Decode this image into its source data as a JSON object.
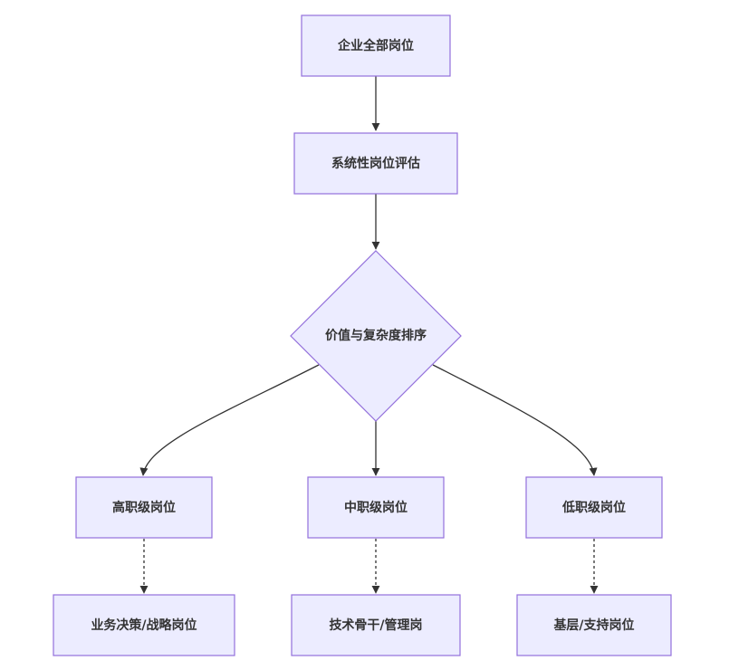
{
  "flowchart": {
    "nodes": {
      "root": "企业全部岗位",
      "eval": "系统性岗位评估",
      "sort": "价值与复杂度排序",
      "high": "高职级岗位",
      "mid": "中职级岗位",
      "low": "低职级岗位",
      "high_desc": "业务决策/战略岗位",
      "mid_desc": "技术骨干/管理岗",
      "low_desc": "基层/支持岗位"
    },
    "edges": [
      {
        "from": "root",
        "to": "eval",
        "style": "solid"
      },
      {
        "from": "eval",
        "to": "sort",
        "style": "solid"
      },
      {
        "from": "sort",
        "to": "high",
        "style": "solid"
      },
      {
        "from": "sort",
        "to": "mid",
        "style": "solid"
      },
      {
        "from": "sort",
        "to": "low",
        "style": "solid"
      },
      {
        "from": "high",
        "to": "high_desc",
        "style": "dotted"
      },
      {
        "from": "mid",
        "to": "mid_desc",
        "style": "dotted"
      },
      {
        "from": "low",
        "to": "low_desc",
        "style": "dotted"
      }
    ],
    "colors": {
      "node_fill": "#ececff",
      "node_stroke": "#9370db",
      "edge": "#333333",
      "text": "#333333"
    }
  }
}
